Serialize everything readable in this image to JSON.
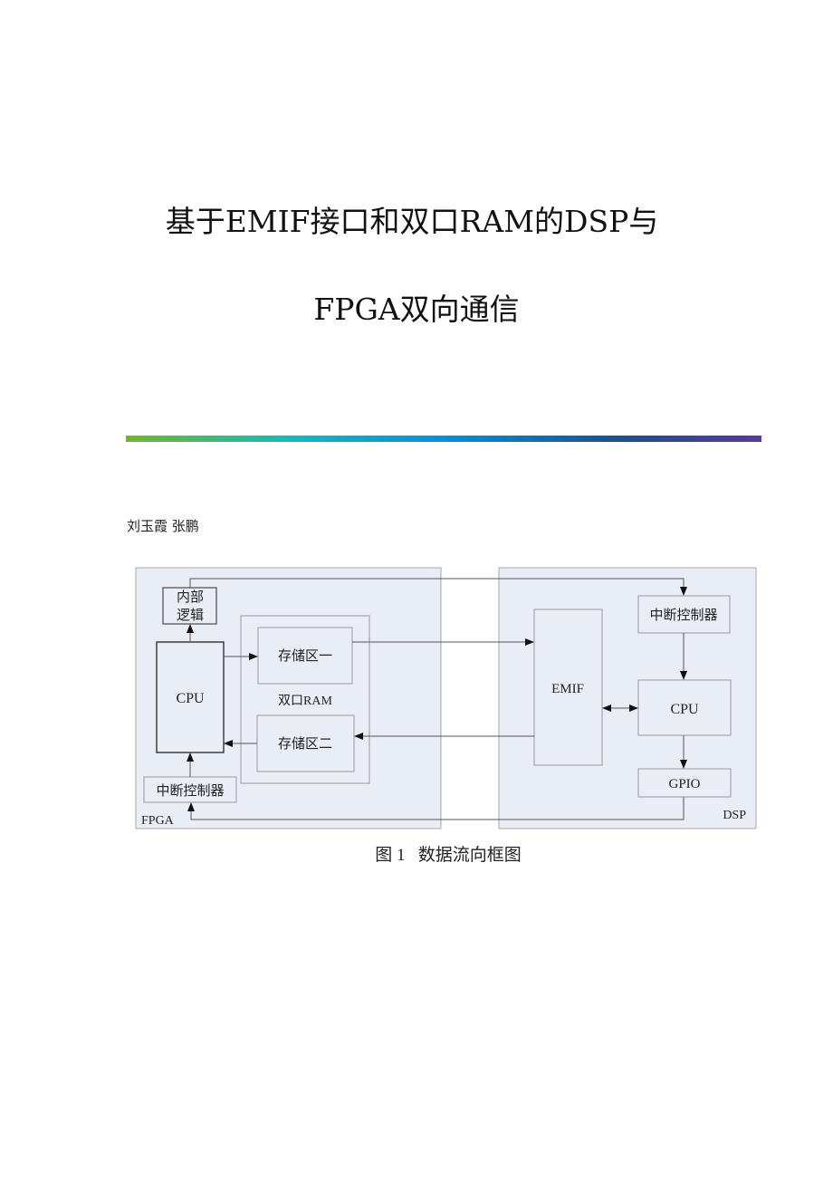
{
  "title": {
    "line1": "基于EMIF接口和双口RAM的DSP与",
    "line2": "FPGA双向通信"
  },
  "authors": "刘玉霞  张鹏",
  "accent_gradient": [
    "#72b52e",
    "#1cb8b8",
    "#0a8fd4",
    "#1d4f8a",
    "#5b3a96"
  ],
  "figure": {
    "fpga": {
      "label": "FPGA",
      "internal_logic": [
        "内部",
        "逻辑"
      ],
      "cpu": "CPU",
      "dual_port_ram": "双口RAM",
      "storage1": "存储区一",
      "storage2": "存储区二",
      "interrupt_controller": "中断控制器"
    },
    "dsp": {
      "label": "DSP",
      "emif": "EMIF",
      "interrupt_controller": "中断控制器",
      "cpu": "CPU",
      "gpio": "GPIO"
    },
    "caption": "图 1   数据流向框图"
  }
}
